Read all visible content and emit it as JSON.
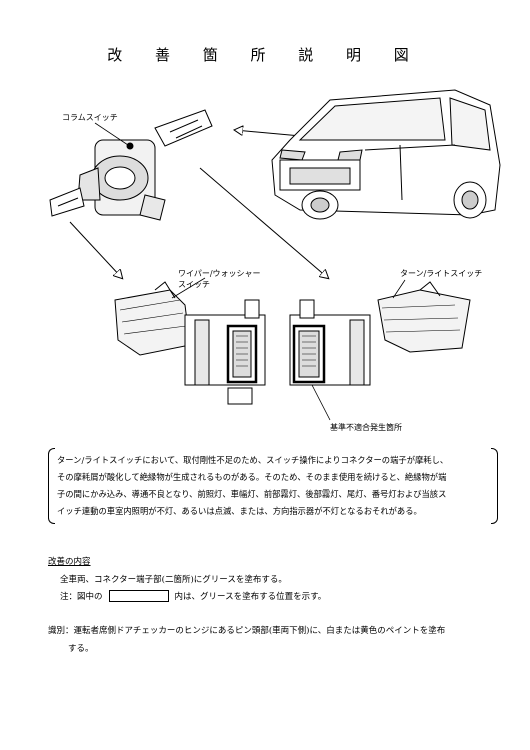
{
  "title": "改 善 箇 所 説 明 図",
  "labels": {
    "column_switch": "コラムスイッチ",
    "wiper_switch": "ワイパー/ウォッシャー\nスイッチ",
    "turn_light_switch": "ターン/ライトスイッチ",
    "defect_location": "基準不適合発生箇所"
  },
  "description": [
    "ターン/ライトスイッチにおいて、取付剛性不足のため、スイッチ操作によりコネクターの端子が摩耗し、",
    "その摩耗屑が酸化して絶縁物が生成されるものがある。そのため、そのまま使用を続けると、絶縁物が端",
    "子の間にかみ込み、導通不良となり、前照灯、車幅灯、前部霧灯、後部霧灯、尾灯、番号灯および当該ス",
    "イッチ連動の車室内照明が不灯、あるいは点滅、または、方向指示器が不灯となるおそれがある。"
  ],
  "improvement": {
    "heading": "改善の内容",
    "line1": "全車両、コネクター端子部(二箇所)にグリースを塗布する。",
    "note_prefix": "注：図中の",
    "note_suffix": "内は、グリースを塗布する位置を示す。"
  },
  "identification": {
    "line1": "識別：運転者席側ドアチェッカーのヒンジにあるピン頭部(車両下側)に、白または黄色のペイントを塗布",
    "line2": "する。"
  }
}
